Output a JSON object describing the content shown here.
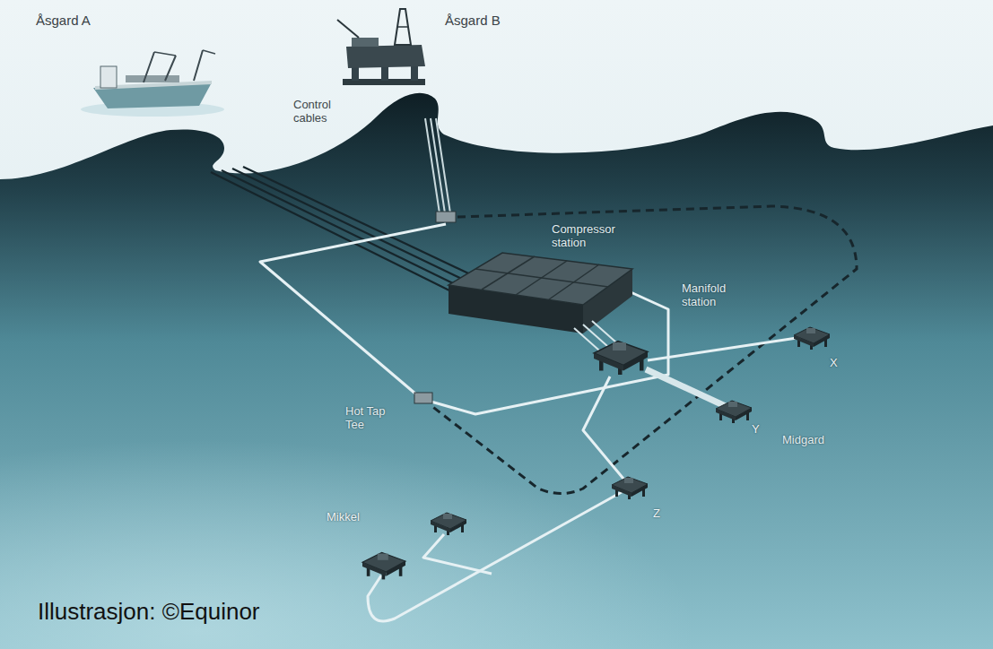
{
  "diagram": {
    "labels": [
      "Åsgard A",
      "Åsgard B",
      "Control cables",
      "Compressor station",
      "Manifold station",
      "Hot Tap Tee",
      "X",
      "Y",
      "Midgard",
      "Z",
      "Mikkel",
      "Illustrasjon: ©Equinor"
    ]
  }
}
